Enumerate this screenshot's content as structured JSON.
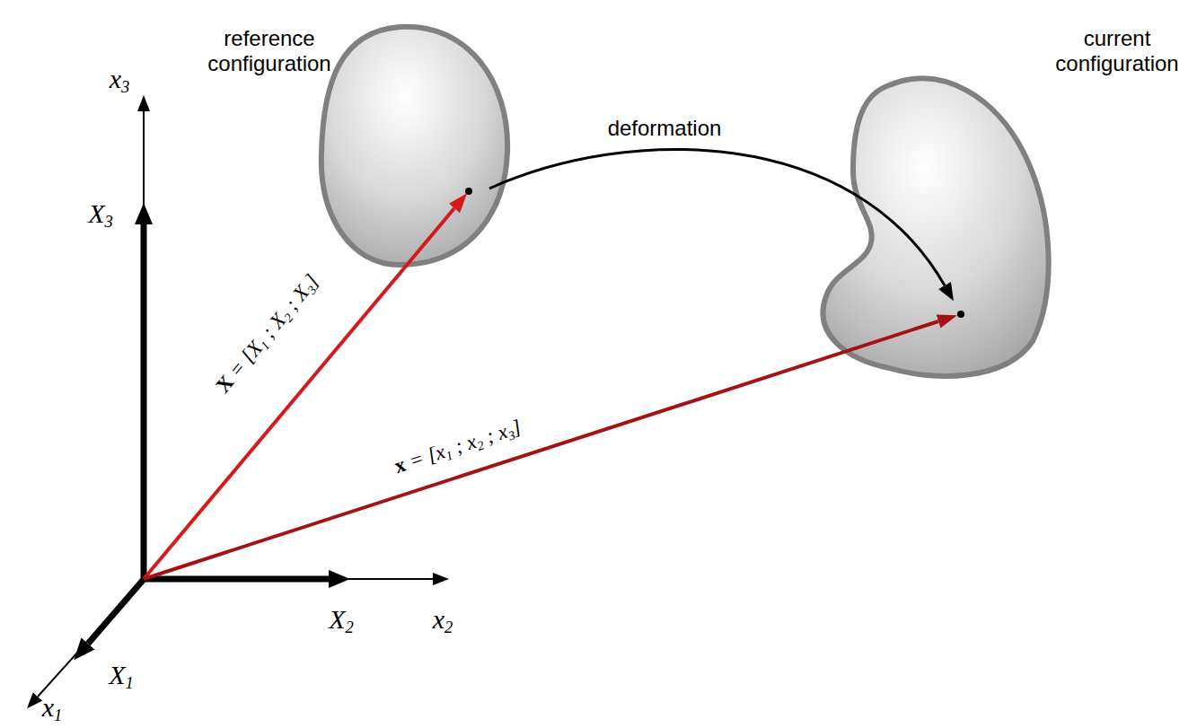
{
  "diagram": {
    "labels": [
      "reference configuration",
      "current configuration",
      "deformation",
      "X = [X1 ; X2 ; X3]",
      "x = [x1 ; x2 ; x3]",
      "x3",
      "X3",
      "X2",
      "x2",
      "X1",
      "x1"
    ]
  }
}
